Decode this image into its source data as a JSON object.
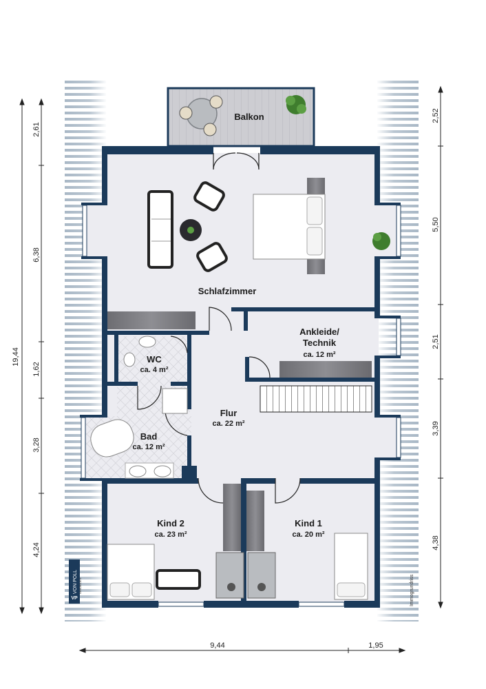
{
  "rooms": {
    "balkon": {
      "name": "Balkon"
    },
    "schlafzimmer": {
      "name": "Schlafzimmer"
    },
    "ankleide": {
      "name_line1": "Ankleide/",
      "name_line2": "Technik",
      "area": "ca. 12 m²"
    },
    "wc": {
      "name": "WC",
      "area": "ca. 4 m²"
    },
    "flur": {
      "name": "Flur",
      "area": "ca. 22 m²"
    },
    "bad": {
      "name": "Bad",
      "area": "ca. 12 m²"
    },
    "kind2": {
      "name": "Kind 2",
      "area": "ca. 23 m²"
    },
    "kind1": {
      "name": "Kind 1",
      "area": "ca. 20 m²"
    }
  },
  "dimensions": {
    "left_total": "19,44",
    "left": [
      "2,61",
      "6,38",
      "1,62",
      "3,28",
      "4,24"
    ],
    "right": [
      "2,52",
      "5,50",
      "2,51",
      "3,39",
      "4,38"
    ],
    "bottom_main": "9,44",
    "bottom_side": "1,95"
  },
  "branding": {
    "logo_mark": "VP",
    "logo_text": "VON POLL",
    "logo_sub": "IMMOBILIEN",
    "credit": "Immogrundriss"
  },
  "colors": {
    "wall": "#1b3a5a",
    "floor": "#ececf1",
    "balcony": "#cfcfd4",
    "roof_stripe": "#9fb0c0"
  }
}
